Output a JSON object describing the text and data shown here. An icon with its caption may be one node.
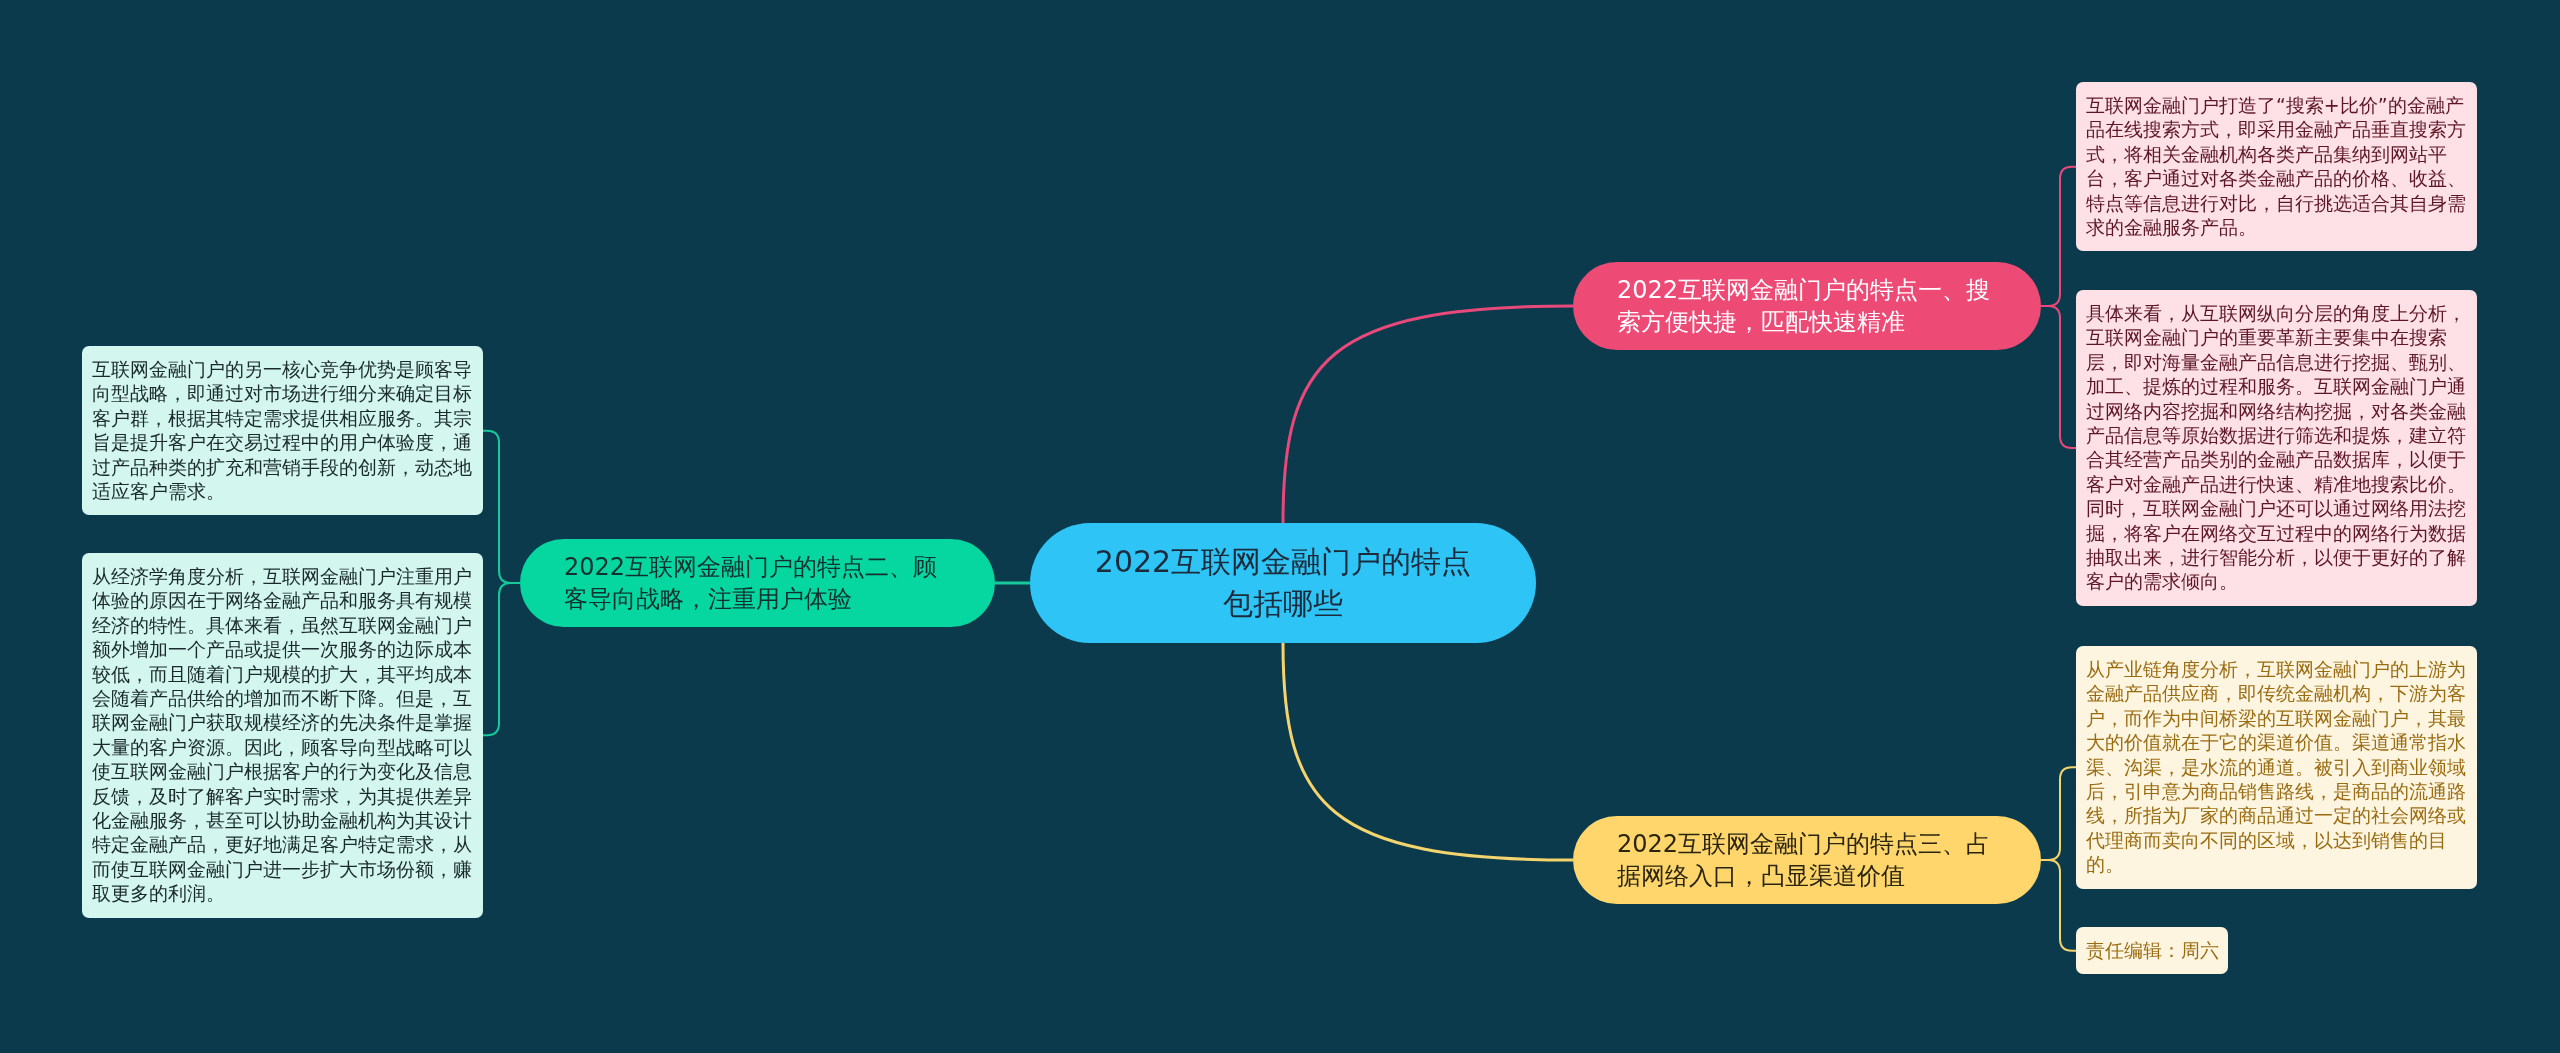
{
  "diagram": {
    "nodes": [
      {
        "text": [
          "2022互联网金融门户的特点包括哪些"
        ]
      },
      {
        "text": [
          "2022互联网金融门户的特点一、搜索方便快捷，匹配快速精准"
        ]
      },
      {
        "text": [
          "互联网金融门户打造了“搜索+比价”的金融产品在线搜索方式，即采用金融产品垂直搜索方式，将相关金融机构各类产品集纳到网站平台，客户通过对各类金融产品的价格、收益、特点等信息进行对比，自行挑选适合其自身需求的金融服务产品。"
        ]
      },
      {
        "text": [
          "具体来看，从互联网纵向分层的角度上分析，互联网金融门户的重要革新主要集中在搜索层，即对海量金融产品信息进行挖掘、甄别、加工、提炼的过程和服务。互联网金融门户通过网络内容挖掘和网络结构挖掘，对各类金融产品信息等原始数据进行筛选和提炼，建立符合其经营产品类别的金融产品数据库，以便于客户对金融产品进行快速、精准地搜索比价。同时，互联网金融门户还可以通过网络用法挖掘，将客户在网络交互过程中的网络行为数据抽取出来，进行智能分析，以便于更好的了解客户的需求倾向。"
        ]
      },
      {
        "text": [
          "2022互联网金融门户的特点二、顾客导向战略，注重用户体验"
        ]
      },
      {
        "text": [
          "互联网金融门户的另一核心竞争优势是顾客导向型战略，即通过对市场进行细分来确定目标客户群，根据其特定需求提供相应服务。其宗旨是提升客户在交易过程中的用户体验度，通过产品种类的扩充和营销手段的创新，动态地适应客户需求。"
        ]
      },
      {
        "text": [
          "从经济学角度分析，互联网金融门户注重用户体验的原因在于网络金融产品和服务具有规模经济的特性。具体来看，虽然互联网金融门户额外增加一个产品或提供一次服务的边际成本较低，而且随着门户规模的扩大，其平均成本会随着产品供给的增加而不断下降。但是，互联网金融门户获取规模经济的先决条件是掌握大量的客户资源。因此，顾客导向型战略可以使互联网金融门户根据客户的行为变化及信息反馈，及时了解客户实时需求，为其提供差异化金融服务，甚至可以协助金融机构为其设计特定金融产品，更好地满足客户特定需求，从而使互联网金融门户进一步扩大市场份额，赚取更多的利润。"
        ]
      },
      {
        "text": [
          "2022互联网金融门户的特点三、占据网络入口，凸显渠道价值"
        ]
      },
      {
        "text": [
          "从产业链角度分析，互联网金融门户的上游为金融产品供应商，即传统金融机构，下游为客户，而作为中间桥梁的互联网金融门户，其最大的价值就在于它的渠道价值。渠道通常指水渠、沟渠，是水流的通道。被引入到商业领域后，引申意为商品销售路线，是商品的流通路线，所指为厂家的商品通过一定的社会网络或代理商而卖向不同的区域，以达到销售的目的。"
        ]
      },
      {
        "text": [
          "责任编辑：周六"
        ]
      }
    ],
    "edges": [
      {
        "from": 0,
        "to": 1,
        "arrow": "none",
        "color": "#e9497a"
      },
      {
        "from": 1,
        "to": 2,
        "arrow": "none",
        "color": "#e9497a"
      },
      {
        "from": 1,
        "to": 3,
        "arrow": "none",
        "color": "#e9497a"
      },
      {
        "from": 0,
        "to": 4,
        "arrow": "none",
        "color": "#16c99b"
      },
      {
        "from": 4,
        "to": 5,
        "arrow": "none",
        "color": "#16c99b"
      },
      {
        "from": 4,
        "to": 6,
        "arrow": "none",
        "color": "#16c99b"
      },
      {
        "from": 0,
        "to": 7,
        "arrow": "none",
        "color": "#f4d46c"
      },
      {
        "from": 7,
        "to": 8,
        "arrow": "none",
        "color": "#f4d46c"
      },
      {
        "from": 7,
        "to": 9,
        "arrow": "none",
        "color": "#f4d46c"
      }
    ]
  }
}
